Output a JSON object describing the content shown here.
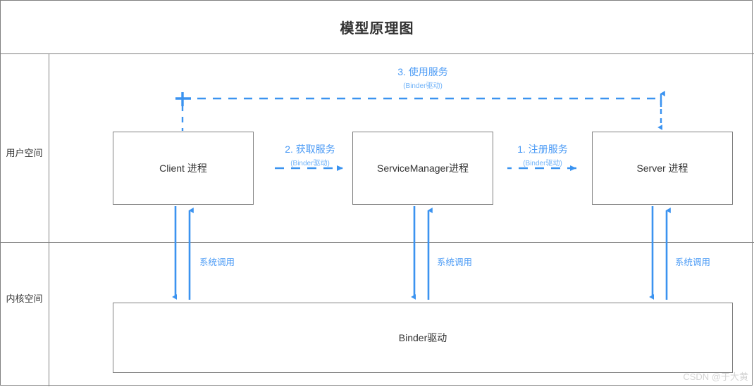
{
  "page": {
    "title": "模型原理图",
    "watermark": "CSDN @于大黄"
  },
  "rows": [
    {
      "label": "用户空间"
    },
    {
      "label": "内核空间"
    }
  ],
  "boxes": [
    {
      "name": "client-process",
      "label": "Client 进程"
    },
    {
      "name": "servicemanager-process",
      "label": "ServiceManager进程"
    },
    {
      "name": "server-process",
      "label": "Server 进程"
    },
    {
      "name": "binder-driver",
      "label": "Binder驱动"
    }
  ],
  "flows": [
    {
      "id": "register",
      "label": "1. 注册服务",
      "sub": "(Binder驱动)",
      "direction": "left"
    },
    {
      "id": "acquire",
      "label": "2. 获取服务",
      "sub": "(Binder驱动)",
      "direction": "right"
    },
    {
      "id": "use",
      "label": "3. 使用服务",
      "sub": "(Binder驱动)",
      "direction": "left-down"
    }
  ],
  "syscalls": [
    {
      "id": "syscall-client",
      "label": "系统调用"
    },
    {
      "id": "syscall-servicemanager",
      "label": "系统调用"
    },
    {
      "id": "syscall-server",
      "label": "系统调用"
    }
  ],
  "colors": {
    "accent": "#4a9af5",
    "accent_light": "#6fb2f8",
    "line": "#808080",
    "text": "#333333",
    "watermark": "#d4d4d4"
  }
}
